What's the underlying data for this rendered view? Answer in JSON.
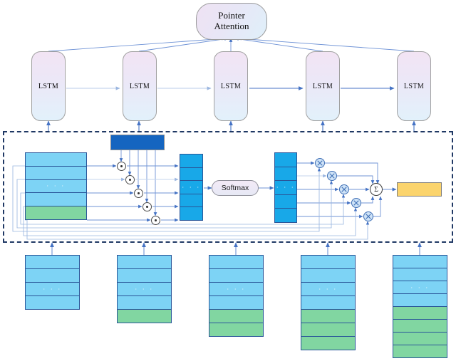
{
  "diagram": {
    "title_node": {
      "line1": "Pointer",
      "line2": "Attention"
    },
    "softmax_label": "Softmax",
    "ellipsis": "· · ·",
    "sum_symbol": "Σ"
  },
  "colors": {
    "light_blue": "#7dd3f5",
    "green": "#81d6a1",
    "medium_blue": "#18a8e8",
    "dark_blue": "#1565c0",
    "yellow": "#fbd46d",
    "dashed_border": "#1f3864",
    "arrow": "#4472c4",
    "cell_border": "#2a5699"
  },
  "encoder": {
    "cells": [
      {
        "label": "LSTM"
      },
      {
        "label": "LSTM"
      },
      {
        "label": "LSTM"
      },
      {
        "label": "LSTM"
      },
      {
        "label": "LSTM"
      }
    ]
  },
  "attention_block": {
    "key_matrix": {
      "rows": [
        "blue",
        "blue",
        "blue",
        "blue",
        "green"
      ],
      "ellipsis_row": 2
    },
    "query_bar": {
      "color": "dark_blue"
    },
    "dot_product_ops": [
      {
        "symbol": "⊙"
      },
      {
        "symbol": "⊙"
      },
      {
        "symbol": "⊙"
      },
      {
        "symbol": "⊙"
      },
      {
        "symbol": "⊙"
      }
    ],
    "score_vector": {
      "segments": 5,
      "ellipsis_row": 2
    },
    "softmax": {
      "label": "Softmax"
    },
    "weight_vector": {
      "segments": 5,
      "ellipsis_row": 2
    },
    "multiply_ops": [
      {
        "symbol": "⊗"
      },
      {
        "symbol": "⊗"
      },
      {
        "symbol": "⊗"
      },
      {
        "symbol": "⊗"
      },
      {
        "symbol": "⊗"
      }
    ],
    "sum_op": {
      "symbol": "Σ"
    },
    "context_output": {
      "color": "yellow"
    }
  },
  "inputs": {
    "stacks": [
      {
        "rows": [
          "blue",
          "blue",
          "blue",
          "blue"
        ],
        "ellipsis_row": 2
      },
      {
        "rows": [
          "blue",
          "blue",
          "blue",
          "blue",
          "green"
        ],
        "ellipsis_row": 2
      },
      {
        "rows": [
          "blue",
          "blue",
          "blue",
          "blue",
          "green",
          "green"
        ],
        "ellipsis_row": 2
      },
      {
        "rows": [
          "blue",
          "blue",
          "blue",
          "blue",
          "green",
          "green",
          "green"
        ],
        "ellipsis_row": 2
      },
      {
        "rows": [
          "blue",
          "blue",
          "blue",
          "blue",
          "green",
          "green",
          "green",
          "green"
        ],
        "ellipsis_row": 2
      }
    ]
  }
}
